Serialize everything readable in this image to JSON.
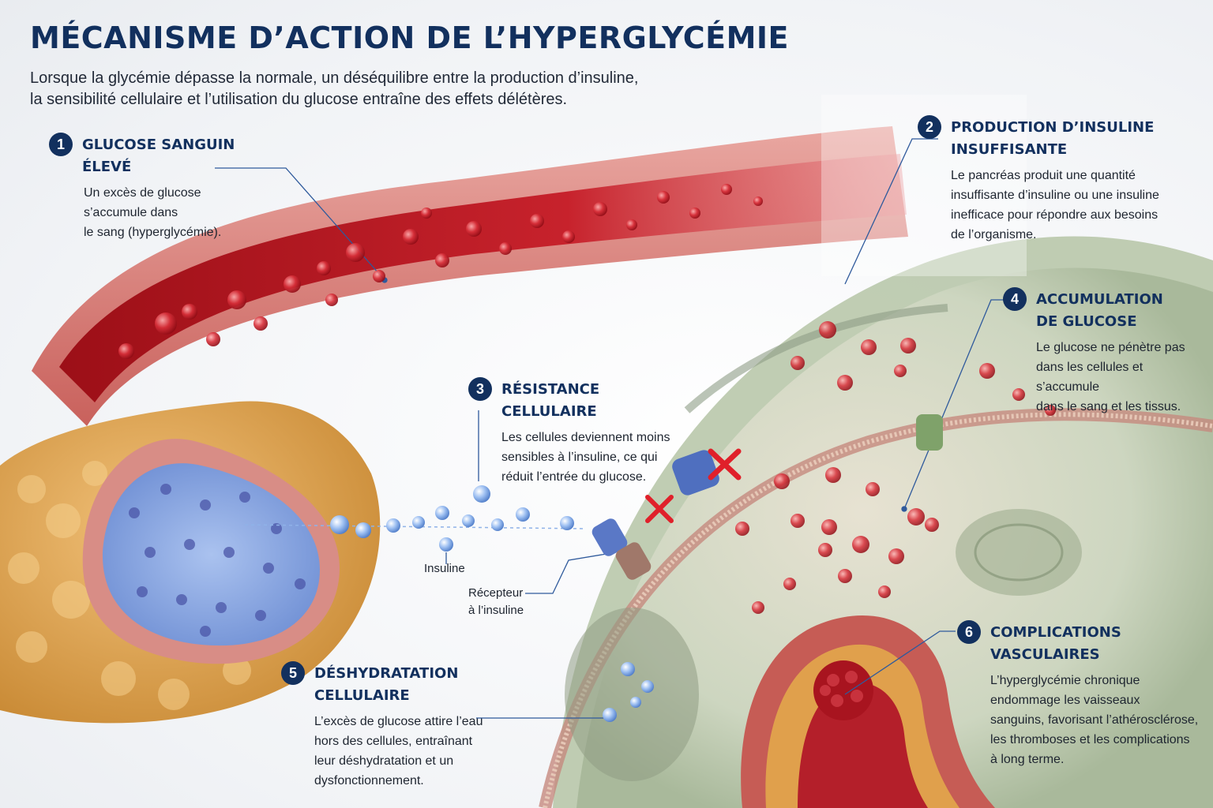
{
  "title": "MÉCANISME D’ACTION DE L’HYPERGLYCÉMIE",
  "subtitle": {
    "line1": "Lorsque la glycémie dépasse la normale, un déséquilibre entre la production d’insuline,",
    "line2": "la sensibilité cellulaire et l’utilisation du glucose entraîne des effets délétères."
  },
  "callouts": [
    {
      "number": "1",
      "title": [
        "GLUCOSE SANGUIN ÉLEVÉ"
      ],
      "body": [
        "Un excès de glucose",
        "s’accumule dans",
        "le sang (hyperglycémie)."
      ]
    },
    {
      "number": "2",
      "title": [
        "PRODUCTION D’INSULINE",
        "INSUFFISANTE"
      ],
      "body": [
        "Le pancréas produit une quantité",
        "insuffisante d’insuline ou une insuline",
        "inefficace pour répondre aux besoins",
        "de l’organisme."
      ]
    },
    {
      "number": "3",
      "title": [
        "RÉSISTANCE CELLULAIRE"
      ],
      "body": [
        "Les cellules deviennent moins",
        "sensibles à l’insuline, ce qui",
        "réduit l’entrée du glucose."
      ]
    },
    {
      "number": "4",
      "title": [
        "ACCUMULATION",
        "DE GLUCOSE"
      ],
      "body": [
        "Le glucose ne pénètre pas",
        "dans les cellules et s’accumule",
        "dans le sang et les tissus."
      ]
    },
    {
      "number": "5",
      "title": [
        "DÉSHYDRATATION CELLULAIRE"
      ],
      "body": [
        "L’excès de glucose attire l’eau",
        "hors des cellules, entraînant",
        "leur déshydratation et un",
        "dysfonctionnement."
      ]
    },
    {
      "number": "6",
      "title": [
        "COMPLICATIONS",
        "VASCULAIRES"
      ],
      "body": [
        "L’hyperglycémie chronique",
        "endommage les vaisseaux",
        "sanguins, favorisant l’athérosclérose,",
        "les thromboses et les complications",
        "à long terme."
      ]
    }
  ],
  "labels": {
    "insuline": "Insuline",
    "recepteur": [
      "Récepteur",
      "à l’insuline"
    ]
  },
  "colors": {
    "navy": "#12305e",
    "blood": "#c4212b",
    "vessel_wall": "#d98a86",
    "fat": "#e3a94f",
    "insulin_blue": "#7fa7e0",
    "cell_green": "#a8b99a",
    "blocked_x": "#e0202a"
  }
}
